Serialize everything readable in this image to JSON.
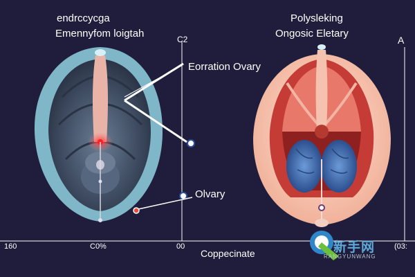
{
  "image": {
    "left_title_line1": "endrccycga",
    "left_title_line2": "Emennyfom loigtah",
    "right_title_line1": "Polysleking",
    "right_title_line2": "Ongosic Eletary",
    "corner_label_c2": "C2",
    "corner_label_a": "A",
    "callout_top": "Eorration Ovary",
    "callout_bottom": "Olvary",
    "tick_left": "160",
    "tick_mid": "C0%",
    "tick_00": "00",
    "tick_right": "(03:",
    "x_axis_label": "Coppecinate",
    "watermark_text": "新手网",
    "watermark_sub": "RANGYUNWANG",
    "colors": {
      "background": "#1f1d3b",
      "left_outer": "#7fb6c8",
      "left_inner": "#3e4b60",
      "uterus_pink": "#e9a39a",
      "right_outer": "#f6c7b2",
      "right_red": "#c8403a",
      "ovary_blue": "#3f6fb5",
      "watermark_blue": "#2f86c8"
    }
  }
}
